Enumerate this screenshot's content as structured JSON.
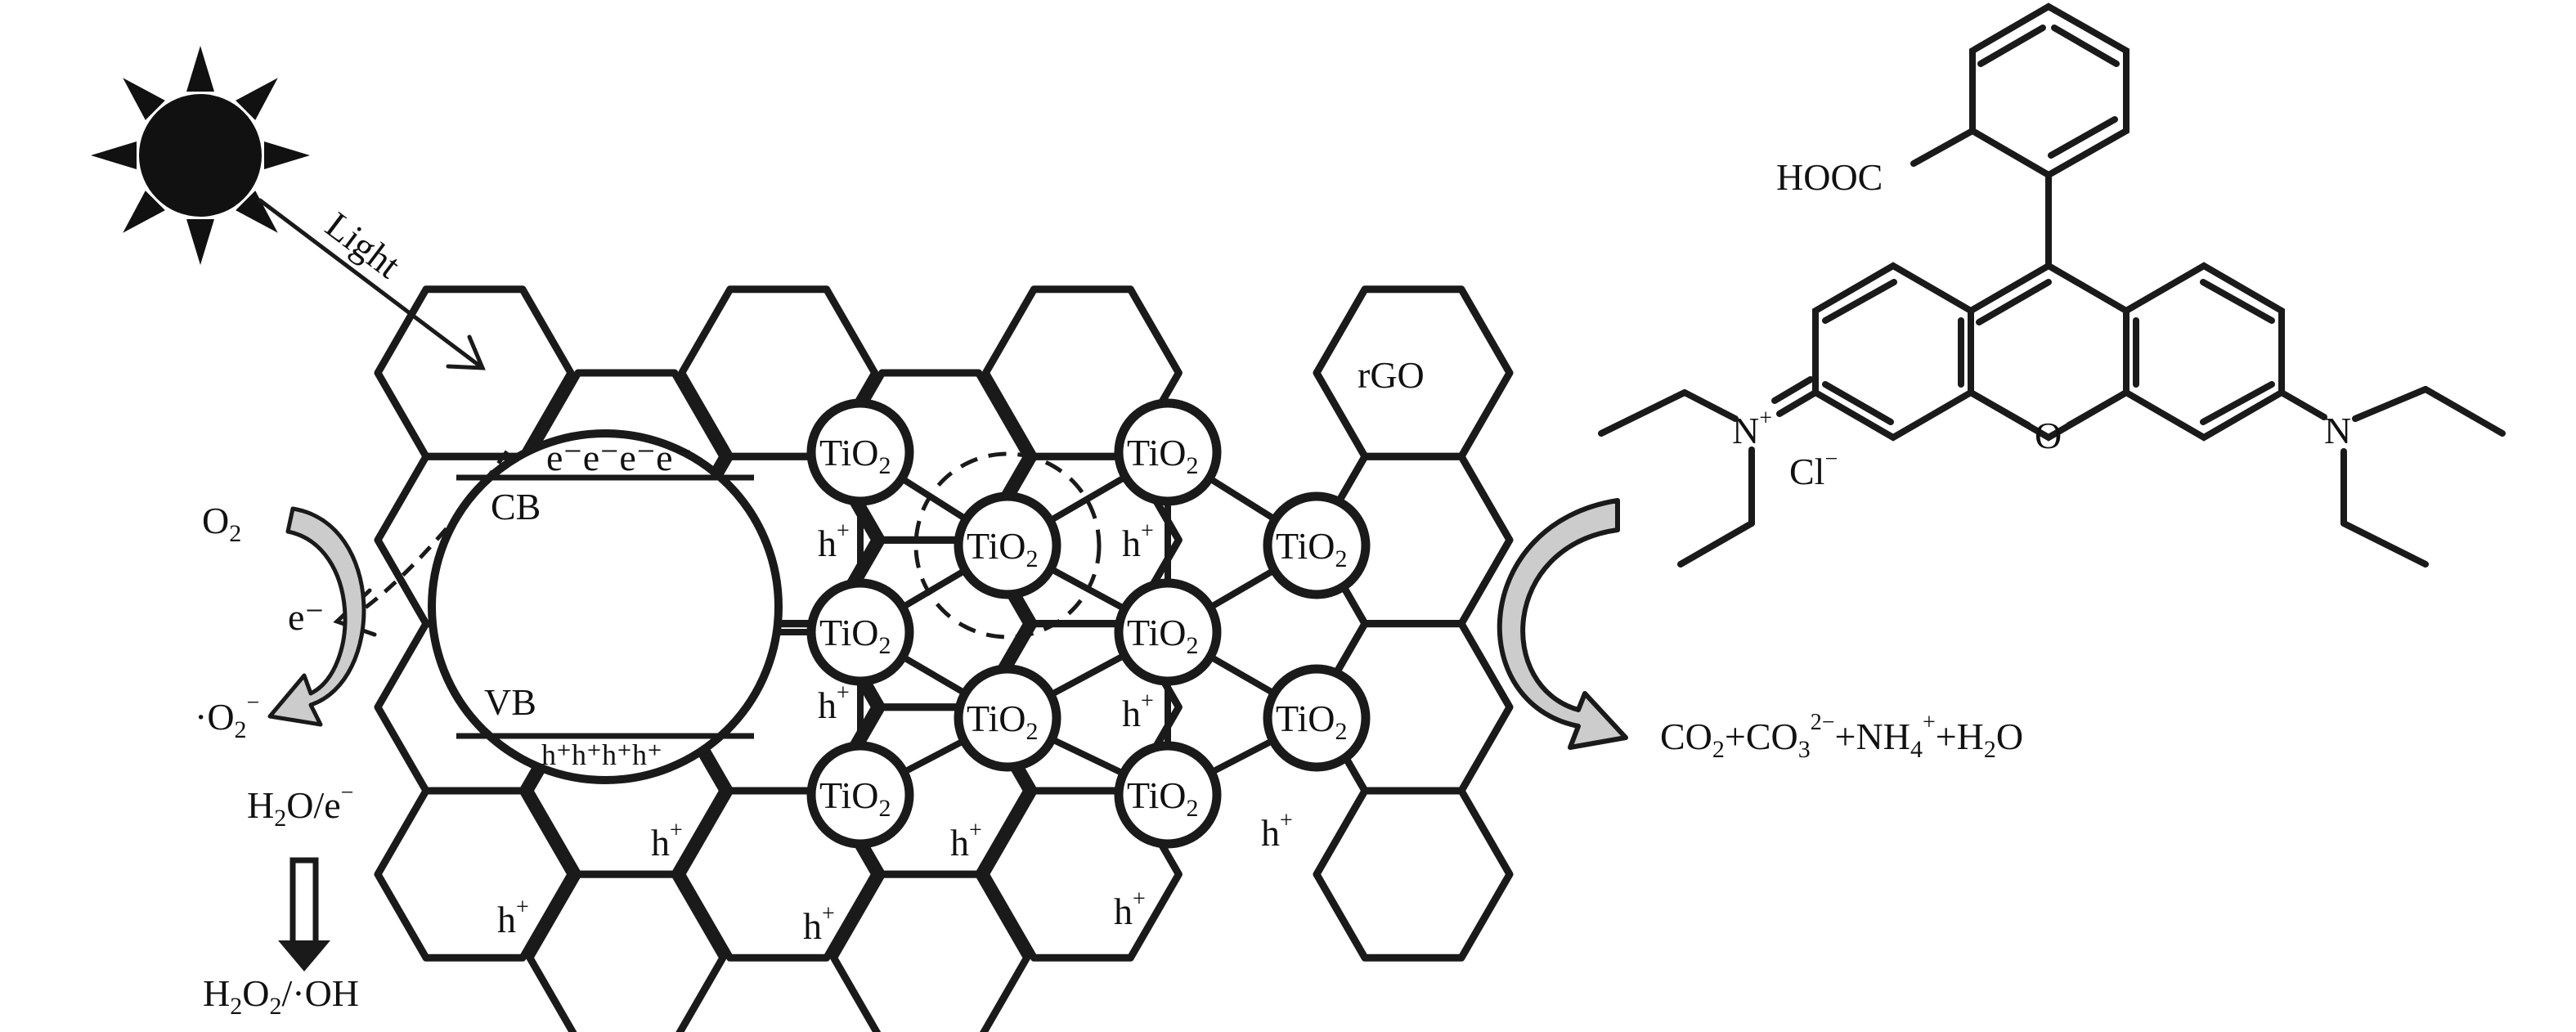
{
  "labels": {
    "light": "Light",
    "rgo": "rGO",
    "cb": "CB",
    "vb": "VB",
    "electrons": "e⁻e⁻e⁻e⁻",
    "holes": "h⁺h⁺h⁺h⁺",
    "o2_left": "O",
    "o2_left_sub": "2",
    "e_minus_left": "e⁻",
    "superoxide": "·O",
    "superoxide_sub": "2",
    "superoxide_sup": "−",
    "h2o_e": "H",
    "h2o_e_sub": "2",
    "h2o_e_rest": "O/e",
    "h2o_e_sup": "−",
    "h2o2": "H",
    "h2o2_sub1": "2",
    "h2o2_mid": "O",
    "h2o2_sub2": "2",
    "h2o2_rest": "/·OH",
    "tio2": "TiO",
    "tio2_sub": "2",
    "hplus": "h",
    "hplus_sup": "+"
  },
  "products": {
    "p1": "CO",
    "p1_sub": "2",
    "p2": "+CO",
    "p2_sub": "3",
    "p2_sup": "2−",
    "p3": "+NH",
    "p3_sub": "4",
    "p3_sup": "+",
    "p4": "+H",
    "p4_sub": "2",
    "p4_end": "O"
  },
  "molecule": {
    "hooc": "HOOC",
    "n_left": "N",
    "n_left_sup": "+",
    "cl": "Cl",
    "cl_sup": "−",
    "o_ring": "O",
    "n_right": "N"
  },
  "colors": {
    "ink": "#1a1a1a",
    "arrow_fill": "#cccccc"
  }
}
